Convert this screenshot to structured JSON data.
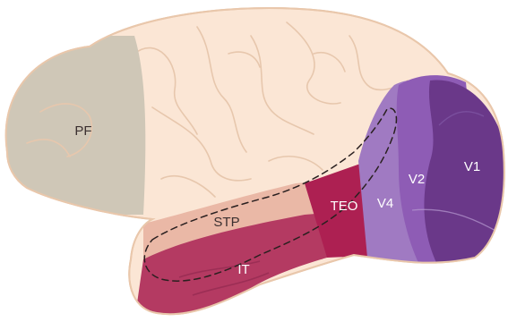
{
  "labels": {
    "pf": "PF",
    "stp": "STP",
    "it": "IT",
    "teo": "TEO",
    "v4": "V4",
    "v2": "V2",
    "v1": "V1"
  },
  "colors": {
    "cortex": "#fbe6d5",
    "cortex_outline": "#e9c7ab",
    "pf": "#cfc7b7",
    "stp": "#eab8a6",
    "it": "#b43a62",
    "teo": "#ad2052",
    "v4": "#a07ac2",
    "v2": "#8e5cb5",
    "v1": "#6a3889",
    "label_dark": "#3b3030",
    "label_light": "#ffffff"
  }
}
